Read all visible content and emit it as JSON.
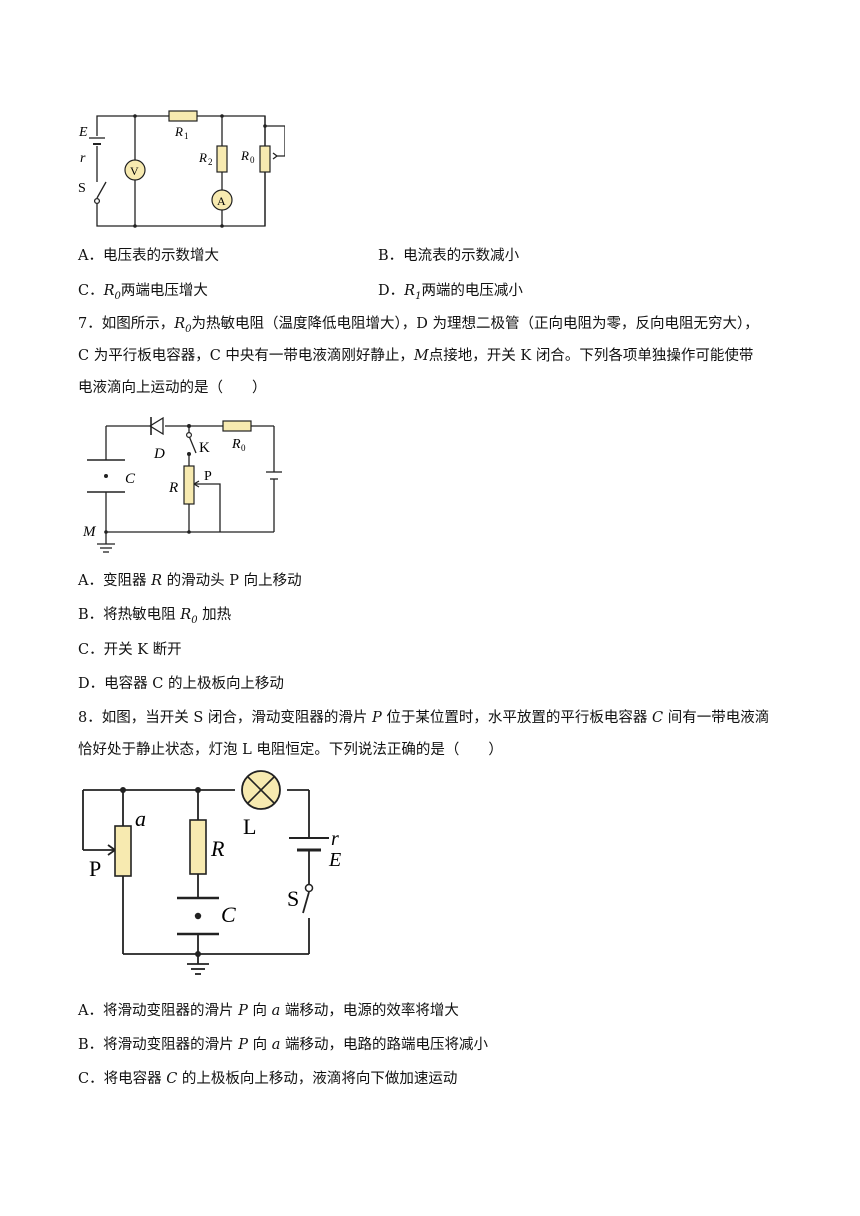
{
  "q6": {
    "figure": {
      "E": "E",
      "r": "r",
      "S": "S",
      "R1": "R",
      "R1_sub": "1",
      "R2": "R",
      "R2_sub": "2",
      "R0": "R",
      "R0_sub": "0",
      "V": "V",
      "A": "A"
    },
    "optA": "A．电压表的示数增大",
    "optB": "B．电流表的示数减小",
    "optC_pre": "C．",
    "optC_var": "R",
    "optC_sub": "0",
    "optC_post": "两端电压增大",
    "optD_pre": "D．",
    "optD_var": "R",
    "optD_sub": "1",
    "optD_post": "两端的电压减小"
  },
  "q7": {
    "l1_a": "7．如图所示，",
    "l1_var": "R",
    "l1_sub": "0",
    "l1_b": "为热敏电阻（温度降低电阻增大），D 为理想二极管（正向电阻为零，反向电阻无穷大），",
    "l2_a": "C 为平行板电容器，C 中央有一带电液滴刚好静止，",
    "l2_var": "M",
    "l2_b": "点接地，开关 K 闭合。下列各项单独操作可能使带",
    "l3": "电液滴向上运动的是（　　）",
    "figure": {
      "D": "D",
      "K": "K",
      "R0": "R",
      "R0_sub": "0",
      "C": "C",
      "R": "R",
      "P": "P",
      "M": "M"
    },
    "optA_a": "A．变阻器 ",
    "optA_var": "R",
    "optA_b": " 的滑动头 P 向上移动",
    "optB_a": "B．将热敏电阻 ",
    "optB_var": "R",
    "optB_sub": "0",
    "optB_b": " 加热",
    "optC": "C．开关 K 断开",
    "optD": "D．电容器 C 的上极板向上移动"
  },
  "q8": {
    "l1_a": "8．如图，当开关 S 闭合，滑动变阻器的滑片 ",
    "l1_var1": "P",
    "l1_b": " 位于某位置时，水平放置的平行板电容器 ",
    "l1_var2": "C",
    "l1_c": " 间有一带电液滴",
    "l2": "恰好处于静止状态，灯泡 L 电阻恒定。下列说法正确的是（　　）",
    "figure": {
      "a": "a",
      "R": "R",
      "L": "L",
      "r": "r",
      "E": "E",
      "P": "P",
      "S": "S",
      "C": "C"
    },
    "optA_a": "A．将滑动变阻器的滑片 ",
    "optA_var1": "P",
    "optA_b": " 向 ",
    "optA_var2": "a",
    "optA_c": " 端移动，电源的效率将增大",
    "optB_a": "B．将滑动变阻器的滑片 ",
    "optB_var1": "P",
    "optB_b": " 向 ",
    "optB_var2": "a",
    "optB_c": " 端移动，电路的路端电压将减小",
    "optC_a": "C．将电容器 ",
    "optC_var": "C",
    "optC_b": " 的上极板向上移动，液滴将向下做加速运动"
  },
  "colors": {
    "resistor_fill": "#f7eab0",
    "wire": "#222222"
  }
}
